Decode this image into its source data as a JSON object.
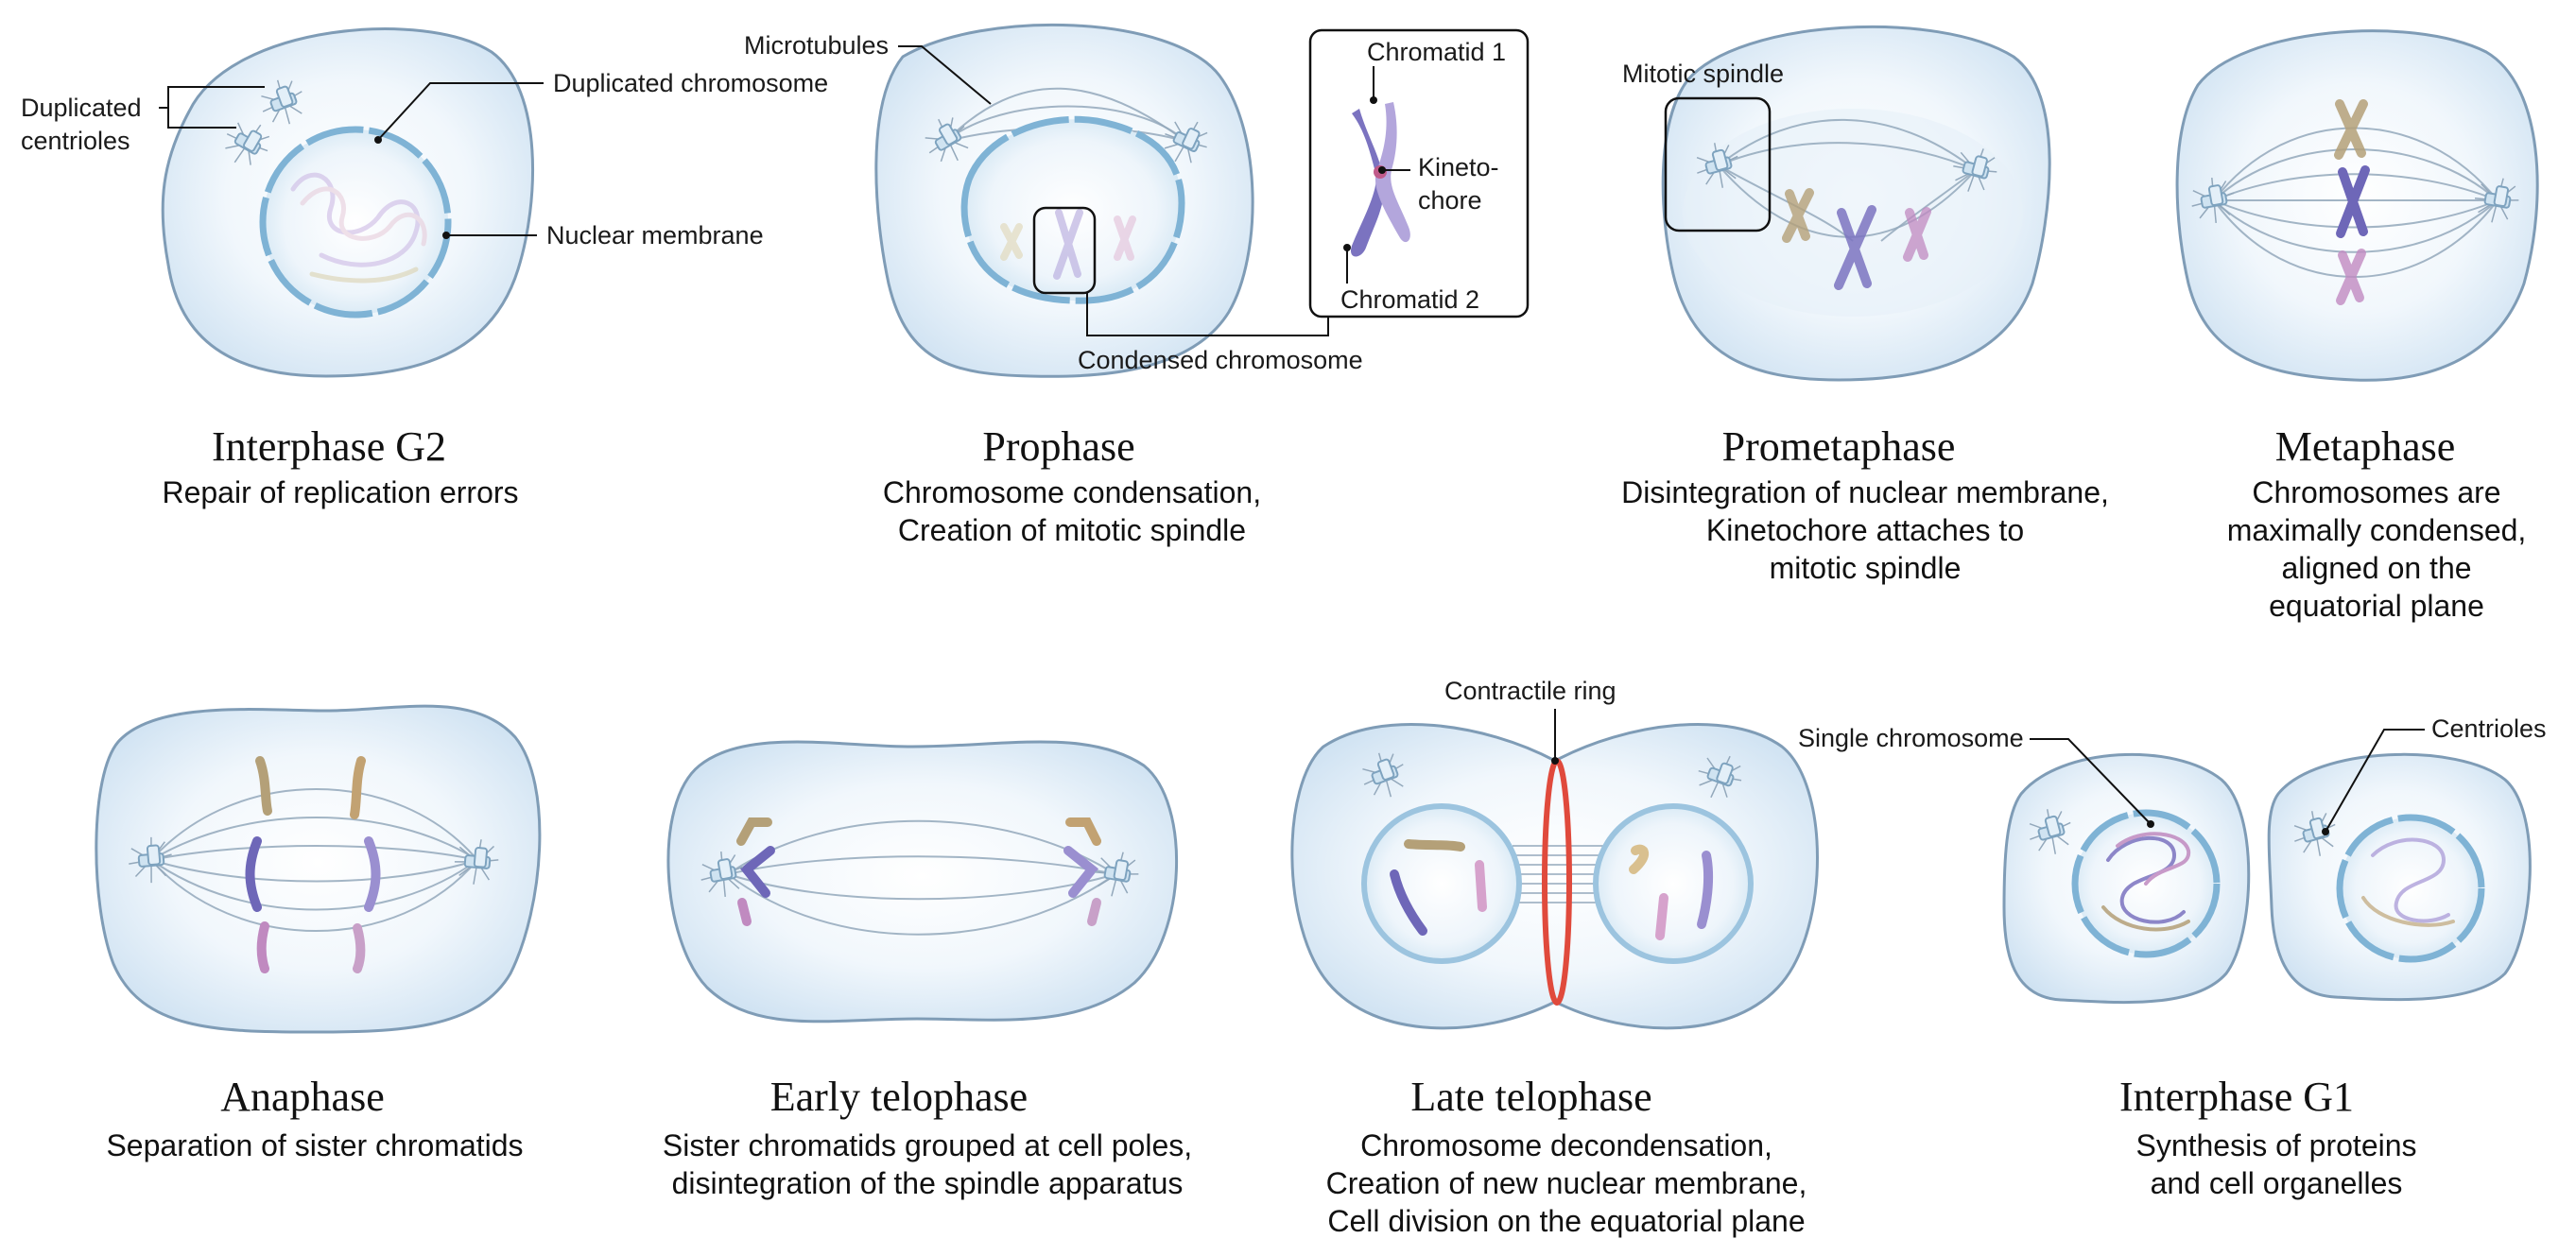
{
  "stages": [
    {
      "title": "Interphase G2",
      "description": [
        "Repair of replication errors"
      ]
    },
    {
      "title": "Prophase",
      "description": [
        "Chromosome condensation,",
        "Creation of mitotic spindle"
      ]
    },
    {
      "title": "Prometaphase",
      "description": [
        "Disintegration of nuclear membrane,",
        "Kinetochore attaches to",
        "mitotic spindle"
      ]
    },
    {
      "title": "Metaphase",
      "description": [
        "Chromosomes are",
        "maximally condensed,",
        "aligned on the",
        "equatorial plane"
      ]
    },
    {
      "title": "Anaphase",
      "description": [
        "Separation of sister chromatids"
      ]
    },
    {
      "title": "Early telophase",
      "description": [
        "Sister chromatids grouped at cell poles,",
        "disintegration of the spindle apparatus"
      ]
    },
    {
      "title": "Late telophase",
      "description": [
        "Chromosome decondensation,",
        "Creation of new nuclear membrane,",
        "Cell division on the equatorial plane"
      ]
    },
    {
      "title": "Interphase G1",
      "description": [
        "Synthesis of proteins",
        "and cell organelles"
      ]
    }
  ],
  "labels": {
    "duplicated_centrioles": [
      "Duplicated",
      "centrioles"
    ],
    "duplicated_chromosome": "Duplicated chromosome",
    "nuclear_membrane": "Nuclear membrane",
    "microtubules": "Microtubules",
    "chromatid_1": "Chromatid 1",
    "kinetochore": [
      "Kineto-",
      "chore"
    ],
    "chromatid_2": "Chromatid 2",
    "condensed_chromosome": "Condensed chromosome",
    "mitotic_spindle": "Mitotic spindle",
    "contractile_ring": "Contractile ring",
    "single_chromosome": "Single chromosome",
    "centrioles": "Centrioles"
  },
  "colors": {
    "cell_fill": "#dbe9f6",
    "cell_stroke": "#7f9cb6",
    "nucleus_ring": "#7fb3d5",
    "chromosome_purple": "#7b73c0",
    "chromosome_lavender": "#b3a6dc",
    "chromosome_tan": "#b4a078",
    "chromosome_pink": "#c08ac0",
    "contractile_ring": "#e04a3c"
  }
}
